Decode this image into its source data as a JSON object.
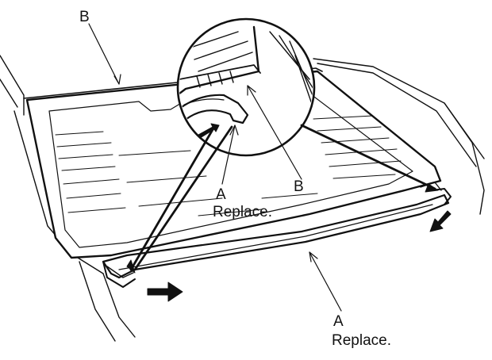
{
  "labels": {
    "b_top": "B",
    "b_inset": "B",
    "a_inset": "A",
    "a_inset_note": "Replace.",
    "a_bottom": "A",
    "a_bottom_note": "Replace."
  },
  "colors": {
    "line": "#111111",
    "fill": "#ffffff",
    "hatch": "#222222"
  },
  "icons": [
    "arrow-right-icon",
    "arrow-down-left-icon",
    "arrow-left-down-icon"
  ]
}
